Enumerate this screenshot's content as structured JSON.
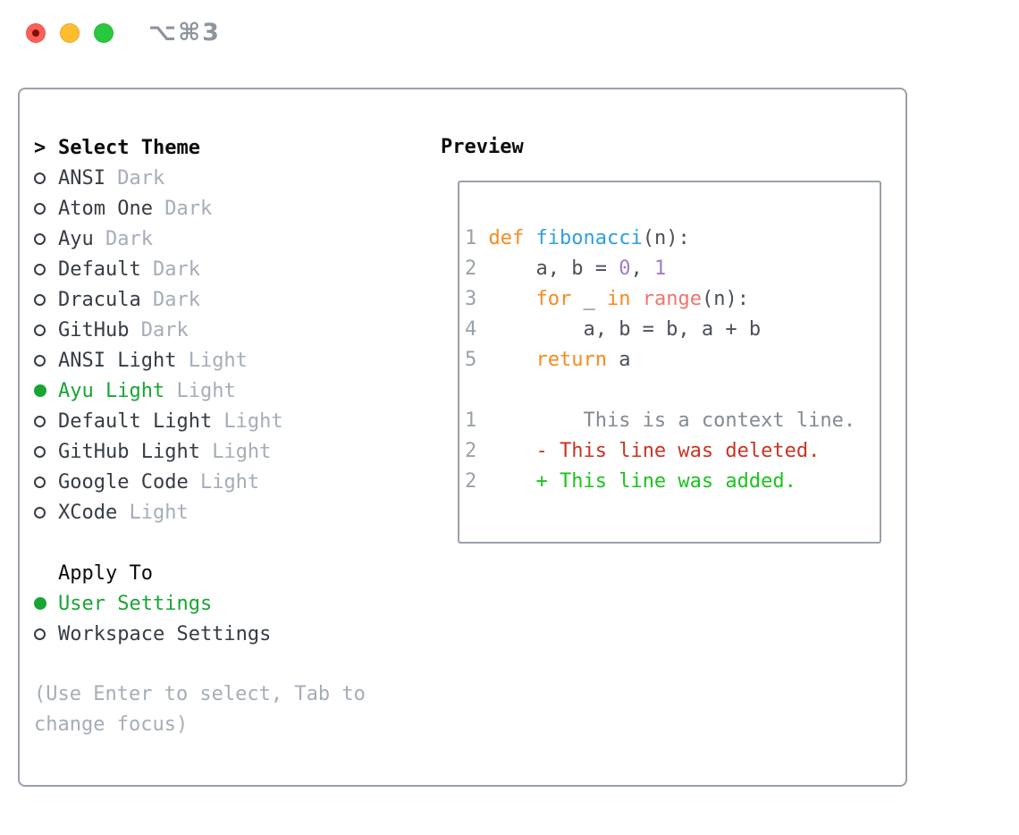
{
  "window": {
    "title_shortcut": "⌥⌘3",
    "traffic_lights": [
      "close",
      "minimize",
      "zoom"
    ]
  },
  "colors": {
    "accent_green": "#18a534",
    "added_green": "#1cc31e",
    "deleted_red": "#c93423",
    "keyword_orange": "#f68a20",
    "function_blue": "#2d9fe2",
    "call_coral": "#f1746e",
    "number_purple": "#a37acc",
    "code_fg": "#4a5058",
    "line_number": "#99a1ab",
    "context_gray": "#838a92",
    "item_fg": "#363c44",
    "muted_gray": "#a5adb8",
    "header_black": "#0a0c0e",
    "border_gray": "#9aa1ab",
    "title_gray": "#8e949c",
    "traffic_red": "#fe5f57",
    "traffic_red_dot": "#7d1007",
    "traffic_yellow": "#febc2f",
    "traffic_green": "#29c83f"
  },
  "theme_panel": {
    "header_prefix": ">",
    "header": "Select Theme",
    "items": [
      {
        "name": "ANSI",
        "variant": "Dark",
        "selected": false
      },
      {
        "name": "Atom One",
        "variant": "Dark",
        "selected": false
      },
      {
        "name": "Ayu",
        "variant": "Dark",
        "selected": false
      },
      {
        "name": "Default",
        "variant": "Dark",
        "selected": false
      },
      {
        "name": "Dracula",
        "variant": "Dark",
        "selected": false
      },
      {
        "name": "GitHub",
        "variant": "Dark",
        "selected": false
      },
      {
        "name": "ANSI Light",
        "variant": "Light",
        "selected": false
      },
      {
        "name": "Ayu Light",
        "variant": "Light",
        "selected": true
      },
      {
        "name": "Default Light",
        "variant": "Light",
        "selected": false
      },
      {
        "name": "GitHub Light",
        "variant": "Light",
        "selected": false
      },
      {
        "name": "Google Code",
        "variant": "Light",
        "selected": false
      },
      {
        "name": "XCode",
        "variant": "Light",
        "selected": false
      }
    ],
    "apply_to": {
      "header": "Apply To",
      "options": [
        {
          "label": "User Settings",
          "selected": true
        },
        {
          "label": "Workspace Settings",
          "selected": false
        }
      ]
    },
    "help_lines": [
      "(Use Enter to select, Tab to",
      "change focus)"
    ]
  },
  "preview": {
    "header": "Preview",
    "lines": [
      {
        "num": "1",
        "segments": [
          {
            "text": "def ",
            "color": "keyword"
          },
          {
            "text": "fibonacci",
            "color": "function"
          },
          {
            "text": "(n):",
            "color": "fg"
          }
        ]
      },
      {
        "num": "2",
        "segments": [
          {
            "text": "    a, b = ",
            "color": "fg"
          },
          {
            "text": "0",
            "color": "number"
          },
          {
            "text": ", ",
            "color": "fg"
          },
          {
            "text": "1",
            "color": "number"
          }
        ]
      },
      {
        "num": "3",
        "segments": [
          {
            "text": "    ",
            "color": "fg"
          },
          {
            "text": "for",
            "color": "keyword"
          },
          {
            "text": " _ ",
            "color": "fg"
          },
          {
            "text": "in",
            "color": "keyword"
          },
          {
            "text": " ",
            "color": "fg"
          },
          {
            "text": "range",
            "color": "call"
          },
          {
            "text": "(n):",
            "color": "fg"
          }
        ]
      },
      {
        "num": "4",
        "segments": [
          {
            "text": "        a, b = b, a + b",
            "color": "fg"
          }
        ]
      },
      {
        "num": "5",
        "segments": [
          {
            "text": "    ",
            "color": "fg"
          },
          {
            "text": "return",
            "color": "keyword"
          },
          {
            "text": " a",
            "color": "fg"
          }
        ]
      },
      {
        "blank": true
      },
      {
        "num": "1",
        "segments": [
          {
            "text": "        This is a context line.",
            "color": "context"
          }
        ]
      },
      {
        "num": "2",
        "segments": [
          {
            "text": "    ",
            "color": "fg"
          },
          {
            "text": "- This line was deleted.",
            "color": "deleted"
          }
        ]
      },
      {
        "num": "2",
        "segments": [
          {
            "text": "    ",
            "color": "fg"
          },
          {
            "text": "+ This line was added.",
            "color": "added"
          }
        ]
      }
    ]
  }
}
